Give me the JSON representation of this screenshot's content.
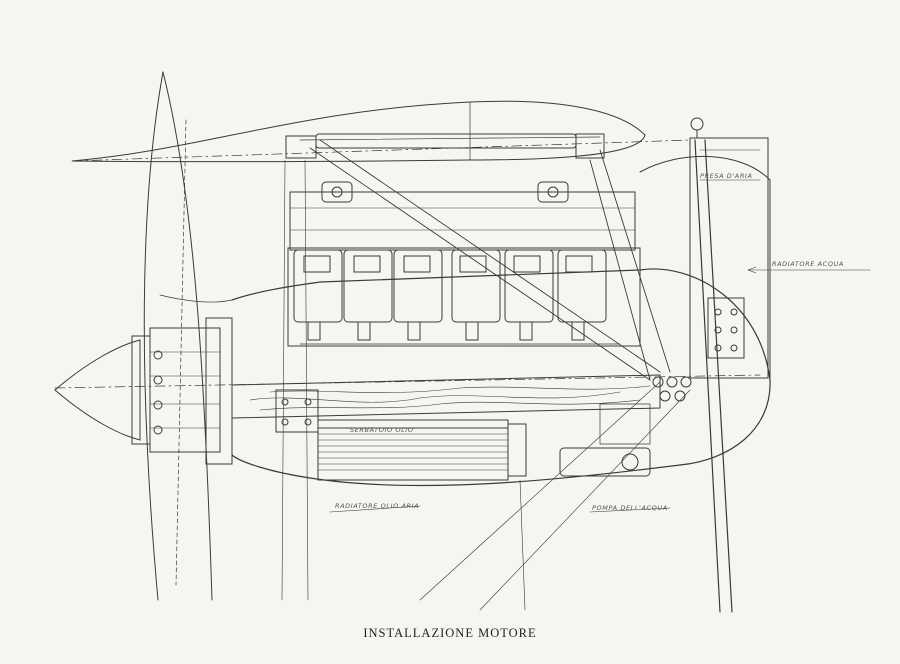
{
  "caption": "INSTALLAZIONE MOTORE",
  "labels": {
    "radiatore_acqua": "RADIATORE ACQUA",
    "radiatore_olio_aria": "RADIATORE OLIO ARIA",
    "serbatoio_olio": "SERBATOIO OLIO",
    "pompa_acqua": "POMPA DELL'ACQUA",
    "presa_aria": "PRESA D'ARIA"
  },
  "colors": {
    "ink": "#3a3a3a",
    "paper": "#f5f5f2"
  }
}
